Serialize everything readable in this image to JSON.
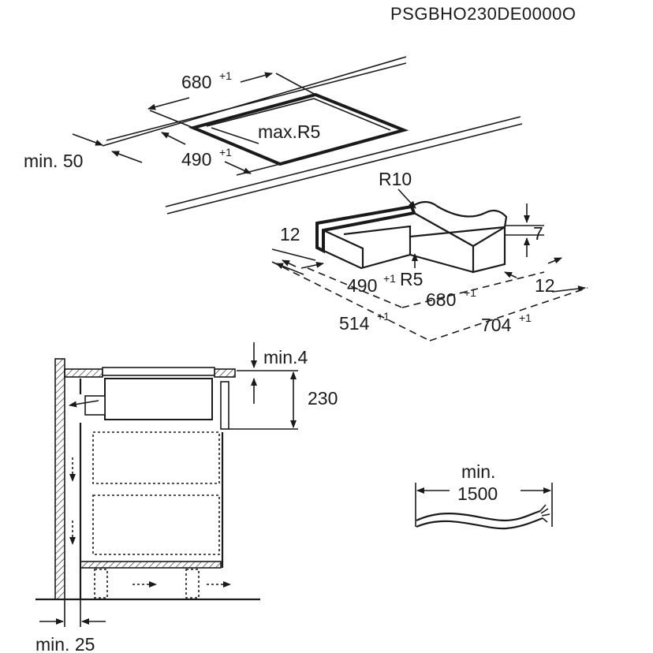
{
  "document_code": "PSGBHO230DE0000O",
  "top_view": {
    "width_label": "680",
    "width_tol": "+1",
    "depth_label": "490",
    "depth_tol": "+1",
    "corner_radius_label": "max.R5",
    "edge_distance_label": "min. 50"
  },
  "frame_view": {
    "outer_radius_label": "R10",
    "frame_width_left": "12",
    "frame_width_right": "12",
    "frame_thickness": "7",
    "inner_depth_label": "490",
    "inner_depth_tol": "+1",
    "inner_radius_label": "R5",
    "inner_width_label": "680",
    "inner_width_tol": "+1",
    "outer_depth_label": "514",
    "outer_depth_tol": "+1",
    "outer_width_label": "704",
    "outer_width_tol": "+1"
  },
  "section_view": {
    "top_gap_label": "min.4",
    "height_label": "230",
    "wall_gap_label": "min. 25"
  },
  "cable_view": {
    "label_line1": "min.",
    "label_line2": "1500"
  }
}
